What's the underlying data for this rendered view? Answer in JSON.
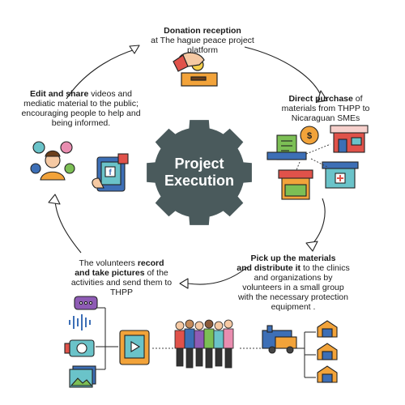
{
  "center": {
    "line1": "Project",
    "line2": "Execution"
  },
  "steps": {
    "donation": {
      "bold": "Donation reception",
      "rest": "at The hague peace project platform"
    },
    "purchase": {
      "bold": "Direct purchase",
      "rest_a": "of",
      "rest_b": "materials from THPP to Nicaraguan SMEs"
    },
    "pickup": {
      "bold_a": "Pick up the materials",
      "bold_b": "and distribute it",
      "rest": "to the clinics and organizations by volunteers in a small group with the necessary protection equipment ."
    },
    "record": {
      "pre": "The volunteers",
      "bold_a": "record",
      "bold_b": "and take pictures",
      "rest": "of the activities and send them to THPP"
    },
    "share": {
      "bold": "Edit and share",
      "rest": "videos and mediatic material to the public; encouraging people to help and being informed."
    }
  },
  "colors": {
    "gear": "#4a5a5c",
    "orange": "#f2a33a",
    "blue": "#3d6fb6",
    "teal": "#6ac3c9",
    "red": "#e0524a",
    "purple": "#8e5bb5",
    "green": "#7cbf55",
    "pink": "#e98db0"
  },
  "icons": [
    "donation-icon",
    "purchase-icon",
    "store-icon",
    "shop-icon",
    "clinic-icon",
    "truck-icon",
    "warehouse-icon",
    "people-icon",
    "mobile-video-icon",
    "chat-icon",
    "audio-wave-icon",
    "camera-icon",
    "gallery-icon",
    "influencer-icon",
    "social-phone-icon"
  ]
}
